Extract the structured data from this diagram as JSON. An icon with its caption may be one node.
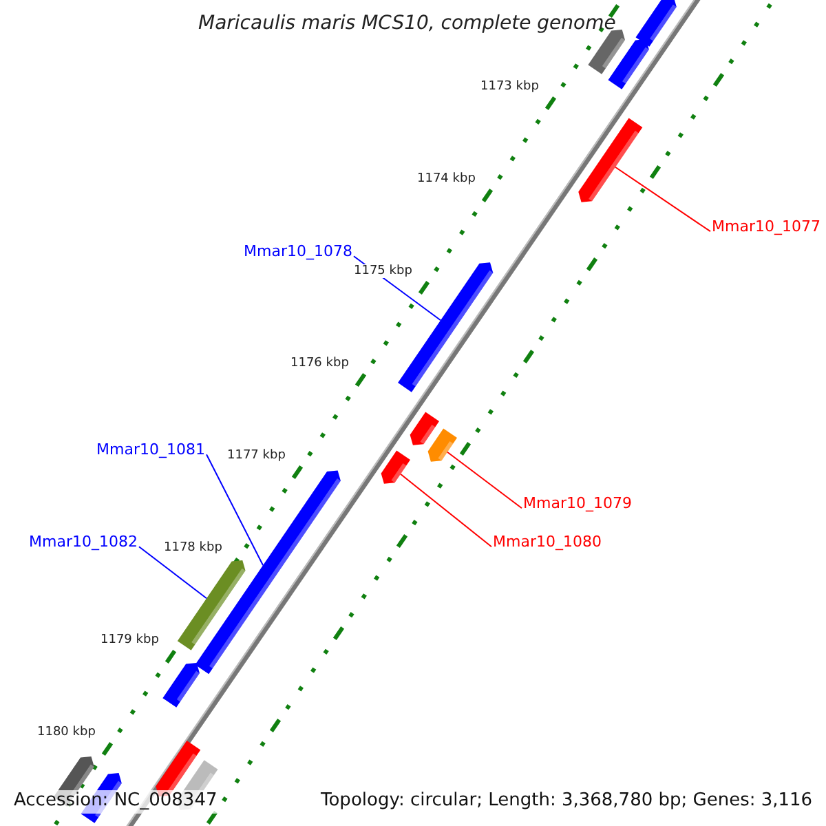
{
  "diagram": {
    "title": "Maricaulis maris MCS10, complete genome",
    "nodes": [
      {
        "text": [
          "Mmar10_1077"
        ]
      },
      {
        "text": [],
        "shape": "bar"
      },
      {
        "text": [
          "Mmar10_1078"
        ]
      },
      {
        "text": [],
        "shape": "bar"
      },
      {
        "text": [
          "Mmar10_1079"
        ]
      },
      {
        "text": [],
        "shape": "bar"
      },
      {
        "text": [
          "Mmar10_1080"
        ]
      },
      {
        "text": [],
        "shape": "bar"
      },
      {
        "text": [
          "Mmar10_1081"
        ]
      },
      {
        "text": [],
        "shape": "bar"
      },
      {
        "text": [
          "Mmar10_1082"
        ]
      },
      {
        "text": [],
        "shape": "bar"
      },
      {
        "text": [],
        "shape": "bar"
      },
      {
        "text": [],
        "shape": "bar"
      },
      {
        "text": [],
        "shape": "bar"
      },
      {
        "text": [],
        "shape": "bar"
      },
      {
        "text": [],
        "shape": "bar"
      },
      {
        "text": [],
        "shape": "bar"
      },
      {
        "text": [],
        "shape": "bar"
      },
      {
        "text": [],
        "shape": "bar"
      },
      {
        "text": [],
        "shape": "bar"
      }
    ],
    "edges": [
      {
        "from": 0,
        "to": 1,
        "arrow": "none",
        "color": "#ff0000"
      },
      {
        "from": 2,
        "to": 3,
        "arrow": "none",
        "color": "#0000ff"
      },
      {
        "from": 4,
        "to": 5,
        "arrow": "none",
        "color": "#ff0000"
      },
      {
        "from": 6,
        "to": 7,
        "arrow": "none",
        "color": "#ff0000"
      },
      {
        "from": 8,
        "to": 9,
        "arrow": "none",
        "color": "#0000ff"
      },
      {
        "from": 10,
        "to": 11,
        "arrow": "none",
        "color": "#0000ff"
      }
    ],
    "labels": [
      "1173 kbp",
      "1174 kbp",
      "1175 kbp",
      "1176 kbp",
      "1177 kbp",
      "1178 kbp",
      "1179 kbp",
      "1180 kbp",
      "Accession: NC_008347",
      "Topology: circular; Length: 3,368,780 bp; Genes: 3,116"
    ]
  }
}
